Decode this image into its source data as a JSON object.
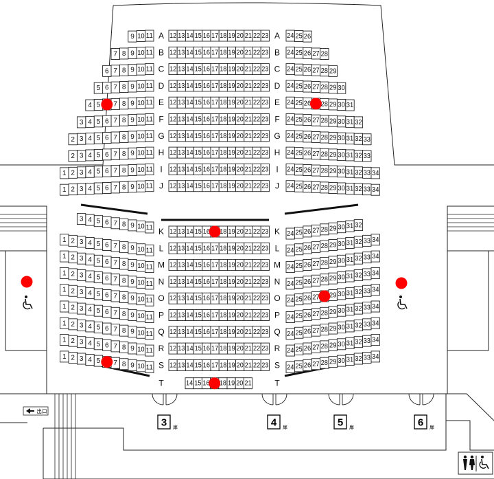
{
  "rows_top": [
    "A",
    "B",
    "C",
    "D",
    "E",
    "F",
    "G",
    "H",
    "I",
    "J"
  ],
  "rows_bottom": [
    "K",
    "L",
    "M",
    "N",
    "O",
    "P",
    "Q",
    "R",
    "S",
    "T"
  ],
  "doors": [
    {
      "num": "3",
      "label": "扉"
    },
    {
      "num": "4",
      "label": "扉"
    },
    {
      "num": "5",
      "label": "扉"
    },
    {
      "num": "6",
      "label": "扉"
    }
  ],
  "exit_label": "出口",
  "colors": {
    "marker": "#ff0000",
    "line": "#222222",
    "seat_border": "#222222"
  },
  "icons": {
    "wheelchair": "wheelchair-icon",
    "restroom": "restroom-icon",
    "exit_arrow": "exit-arrow-icon"
  },
  "markers": [
    {
      "row": "E",
      "seat": 6
    },
    {
      "row": "E",
      "seat": 27
    },
    {
      "row": "K",
      "seat": 17
    },
    {
      "row": "O",
      "seat": 28
    },
    {
      "row": "S",
      "seat": 6
    },
    {
      "row": "T",
      "seat": 17
    },
    {
      "area": "left-box"
    },
    {
      "area": "right-box"
    }
  ]
}
